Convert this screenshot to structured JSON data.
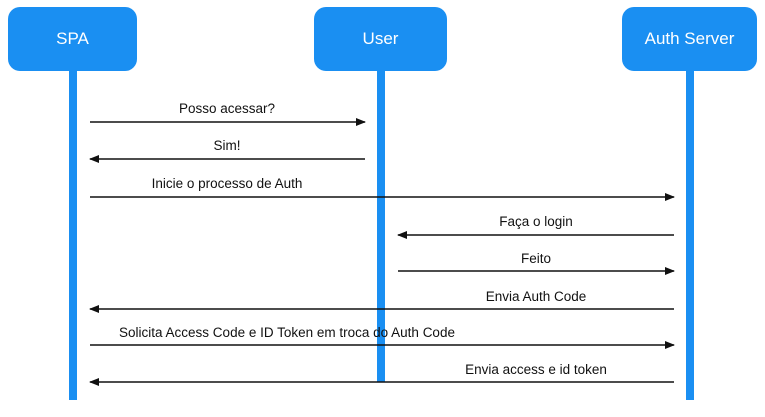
{
  "actors": [
    {
      "id": "spa",
      "label": "SPA"
    },
    {
      "id": "user",
      "label": "User"
    },
    {
      "id": "auth",
      "label": "Auth Server"
    }
  ],
  "messages": [
    {
      "from": "spa",
      "to": "user",
      "label": "Posso acessar?"
    },
    {
      "from": "user",
      "to": "spa",
      "label": "Sim!"
    },
    {
      "from": "spa",
      "to": "auth",
      "label": "Inicie o processo de Auth"
    },
    {
      "from": "auth",
      "to": "user",
      "label": "Faça o login"
    },
    {
      "from": "user",
      "to": "auth",
      "label": "Feito"
    },
    {
      "from": "auth",
      "to": "spa",
      "label": "Envia Auth Code"
    },
    {
      "from": "spa",
      "to": "auth",
      "label": "Solicita Access Code e ID Token em troca do Auth Code"
    },
    {
      "from": "auth",
      "to": "spa",
      "label": "Envia access e id token"
    }
  ],
  "colors": {
    "actor_fill": "#1a8ff2",
    "lifeline": "#1a8ff2",
    "arrow": "#111111",
    "actor_text": "#ffffff"
  }
}
